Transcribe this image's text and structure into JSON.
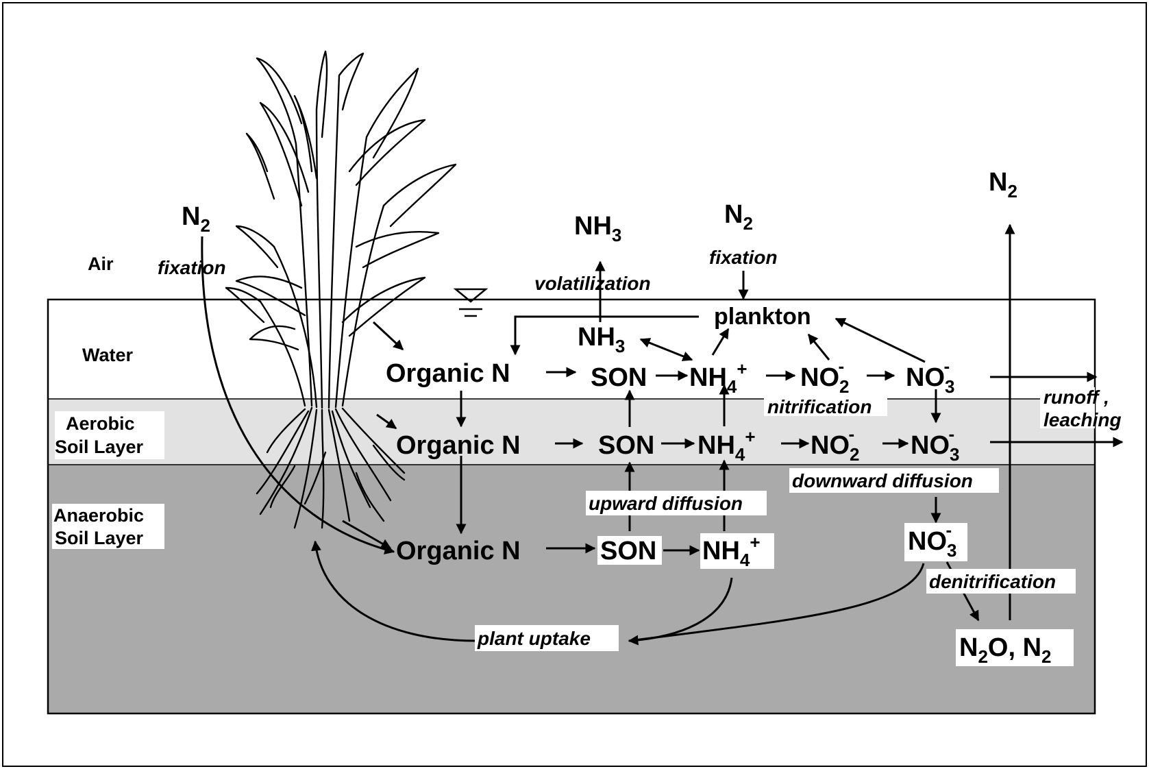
{
  "layers": {
    "air": "Air",
    "water": "Water",
    "aerobic_1": "Aerobic",
    "aerobic_2": "Soil Layer",
    "anaerobic_1": "Anaerobic",
    "anaerobic_2": "Soil Layer"
  },
  "species": {
    "n2_left": "N",
    "n2_mid": "N",
    "n2_right": "N",
    "nh3_air": "NH",
    "nh3_water": "NH",
    "organic_n": "Organic N",
    "son": "SON",
    "nh4": "NH",
    "no2": "NO",
    "no3": "NO",
    "n2o_n2_a": "N",
    "n2o_n2_b": "O, N",
    "plankton": "plankton",
    "sub_2": "2",
    "sub_3": "3",
    "sub_4": "4",
    "sup_plus": "+",
    "sup_minus": "-"
  },
  "processes": {
    "fixation_left": "fixation",
    "fixation_mid": "fixation",
    "volatilization": "volatilization",
    "nitrification": "nitrification",
    "runoff": "runoff ,",
    "leaching": "leaching",
    "upward_diffusion": "upward diffusion",
    "downward_diffusion": "downward diffusion",
    "denitrification": "denitrification",
    "plant_uptake": "plant uptake"
  },
  "colors": {
    "background": "#ffffff",
    "aerobic_fill": "#e2e2e2",
    "anaerobic_fill": "#aaaaaa",
    "ink": "#000000"
  }
}
